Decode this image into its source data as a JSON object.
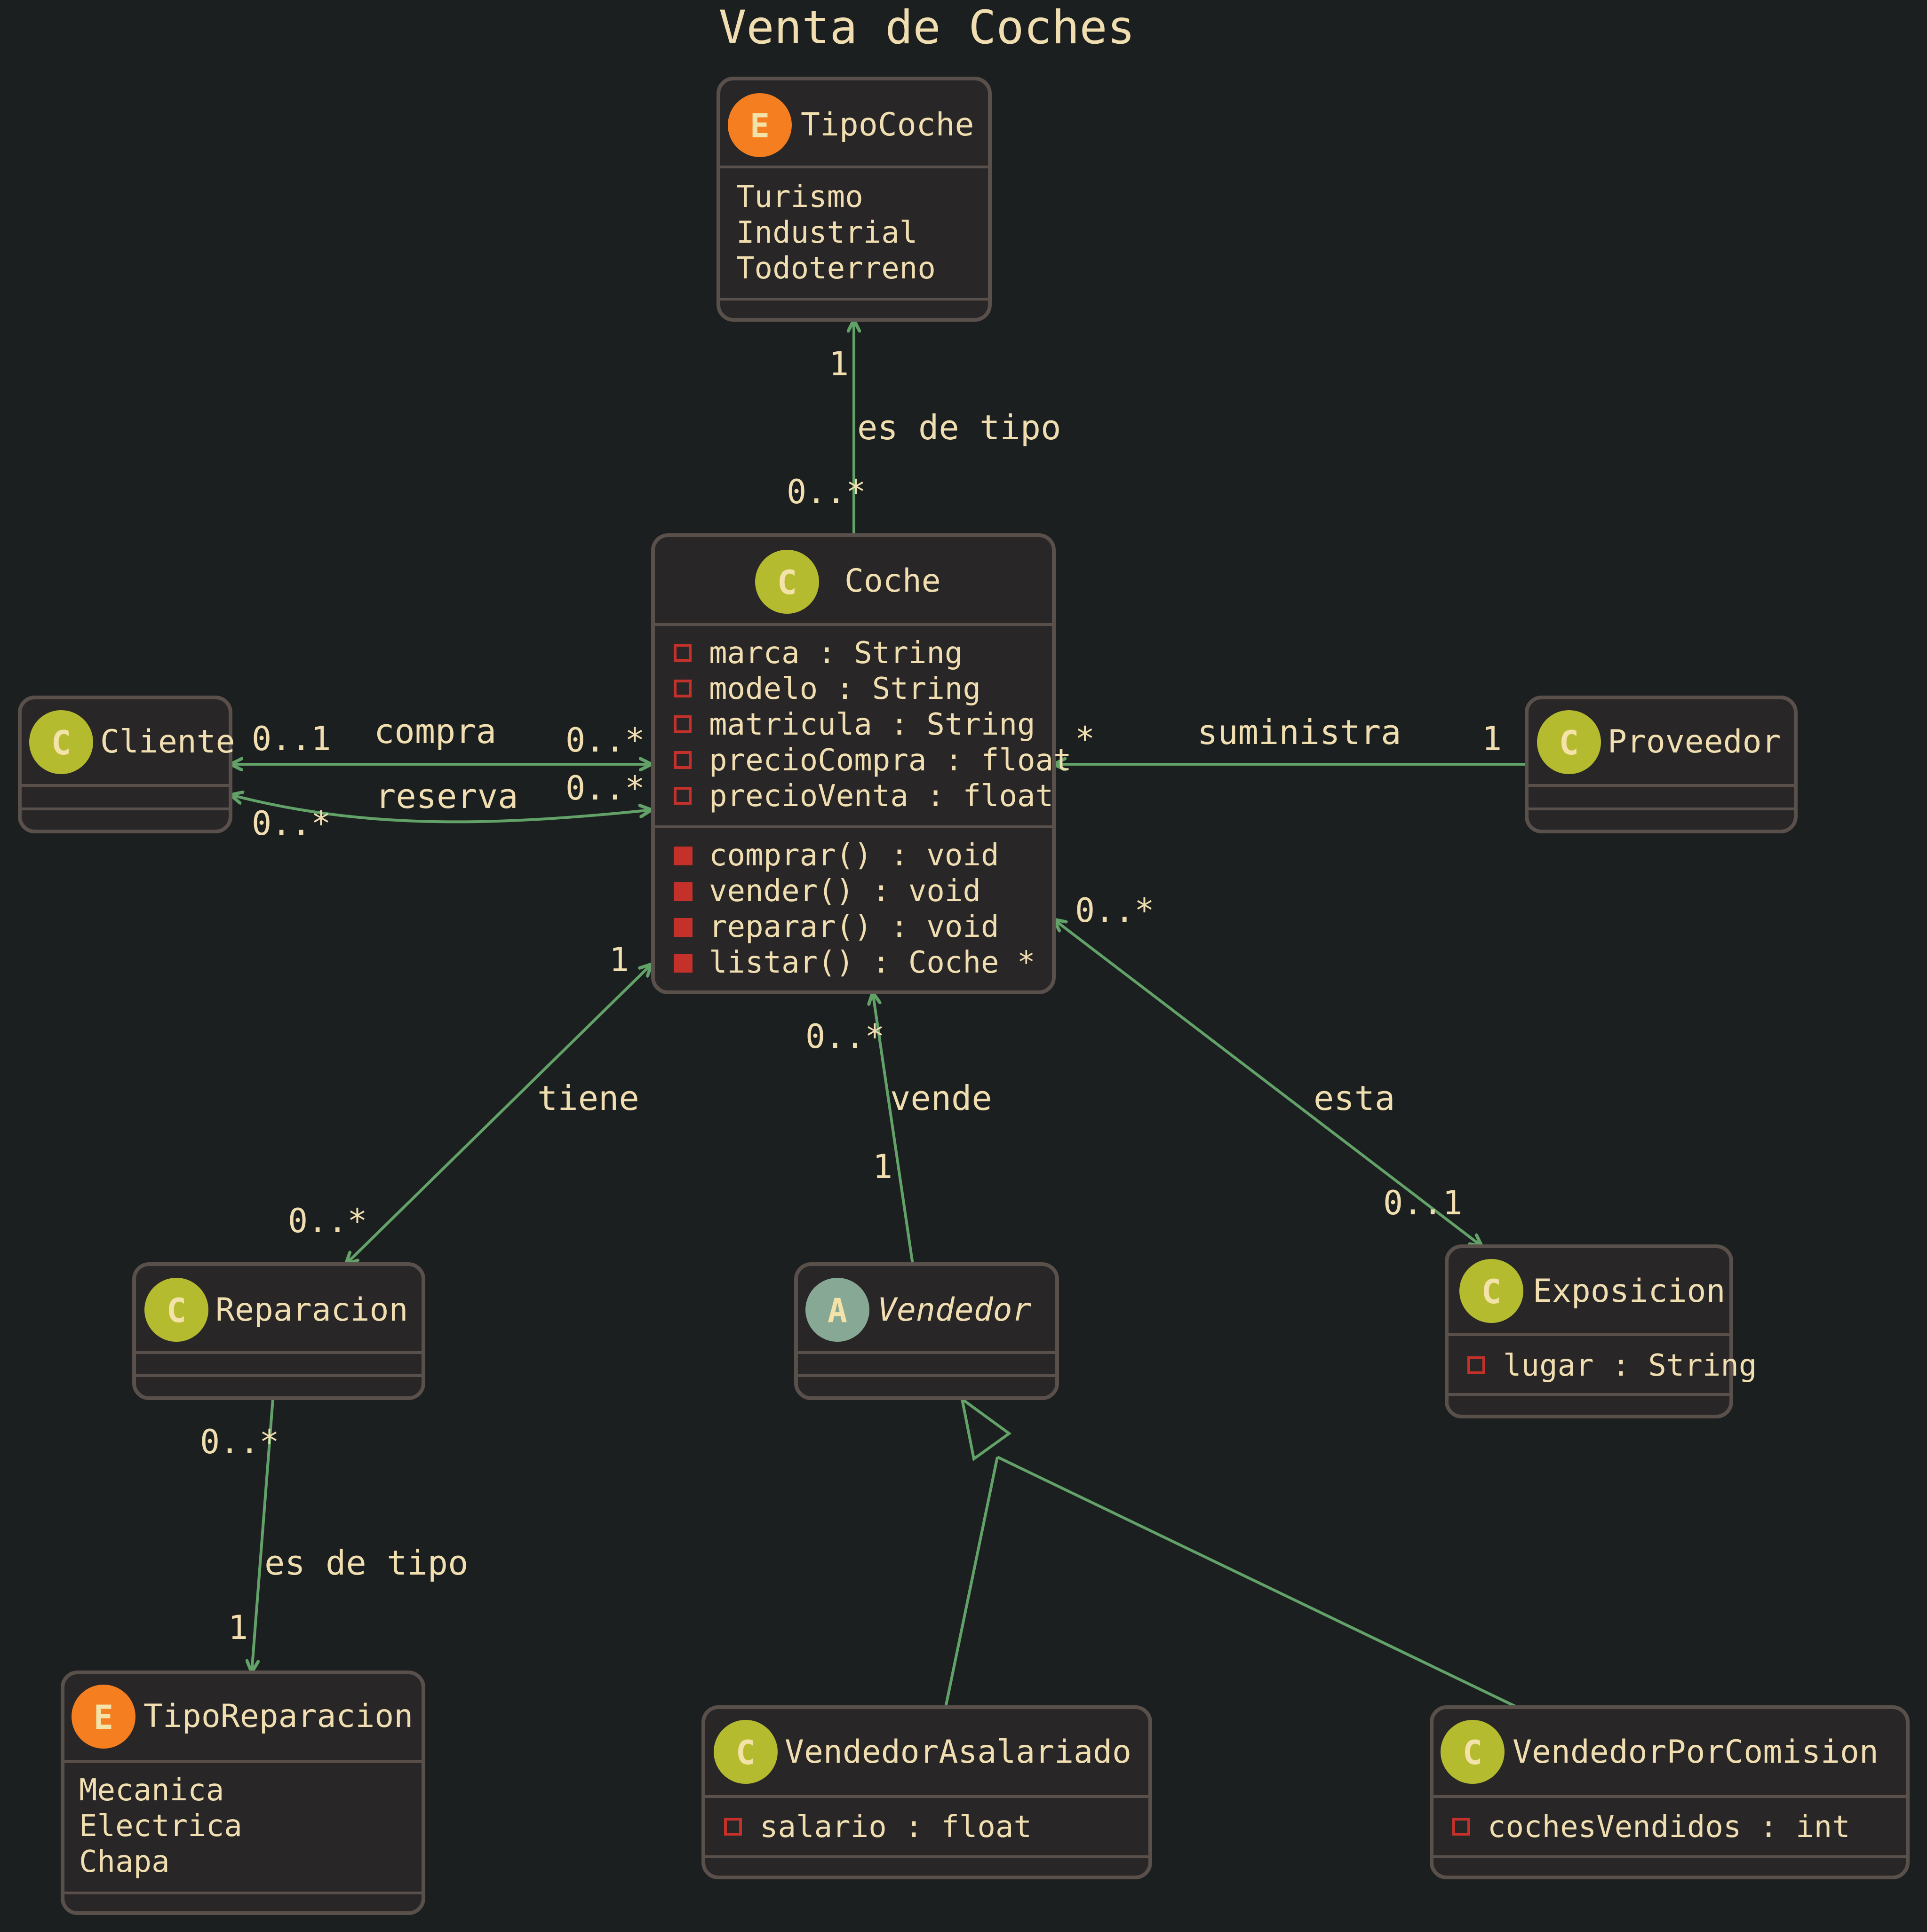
{
  "title": "Venta de Coches",
  "colors": {
    "background": "#1c1f20",
    "box_fill": "#282627",
    "box_border": "#5a504b",
    "text": "#f0deb0",
    "edge": "#62a168",
    "class_badge": "#b5bb2f",
    "enum_badge": "#f57f20",
    "abstract_badge": "#87a895",
    "private_marker": "#c4312b"
  },
  "classes": {
    "tipocoche": {
      "kind": "E",
      "name": "TipoCoche",
      "values": [
        "Turismo",
        "Industrial",
        "Todoterreno"
      ]
    },
    "coche": {
      "kind": "C",
      "name": "Coche",
      "fields": [
        "marca : String",
        "modelo : String",
        "matricula : String",
        "precioCompra : float",
        "precioVenta : float"
      ],
      "methods": [
        "comprar() : void",
        "vender() : void",
        "reparar() : void",
        "listar() : Coche *"
      ]
    },
    "cliente": {
      "kind": "C",
      "name": "Cliente"
    },
    "proveedor": {
      "kind": "C",
      "name": "Proveedor"
    },
    "reparacion": {
      "kind": "C",
      "name": "Reparacion"
    },
    "vendedor": {
      "kind": "A",
      "name": "Vendedor"
    },
    "exposicion": {
      "kind": "C",
      "name": "Exposicion",
      "fields": [
        "lugar : String"
      ]
    },
    "tiporeparacion": {
      "kind": "E",
      "name": "TipoReparacion",
      "values": [
        "Mecanica",
        "Electrica",
        "Chapa"
      ]
    },
    "asalariado": {
      "kind": "C",
      "name": "VendedorAsalariado",
      "fields": [
        "salario : float"
      ]
    },
    "comision": {
      "kind": "C",
      "name": "VendedorPorComision",
      "fields": [
        "cochesVendidos : int"
      ]
    }
  },
  "relations": {
    "es_de_tipo_coche": {
      "label": "es de tipo",
      "m_source": "0..*",
      "m_target": "1"
    },
    "compra": {
      "label": "compra",
      "m_cliente": "0..1",
      "m_coche": "0..*"
    },
    "reserva": {
      "label": "reserva",
      "m_cliente": "0..*",
      "m_coche": "0..*"
    },
    "suministra": {
      "label": "suministra",
      "m_coche": "*",
      "m_proveedor": "1"
    },
    "tiene": {
      "label": "tiene",
      "m_coche": "1",
      "m_reparacion": "0..*"
    },
    "vende": {
      "label": "vende",
      "m_coche": "0..*",
      "m_vendedor": "1"
    },
    "esta": {
      "label": "esta",
      "m_coche": "0..*",
      "m_exposicion": "0..1"
    },
    "es_de_tipo_reparacion": {
      "label": "es de tipo",
      "m_source": "0..*",
      "m_target": "1"
    }
  }
}
